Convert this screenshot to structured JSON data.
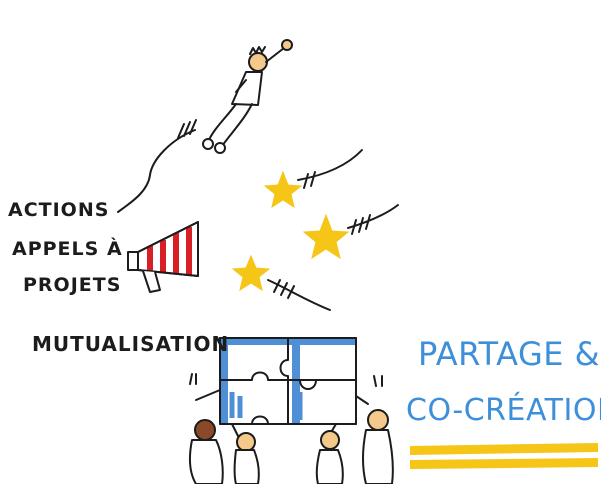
{
  "labels": {
    "actions": "ACTIONS",
    "appels": "APPELS À",
    "projets": "PROJETS",
    "mutualisation": "MUTUALISATION",
    "partage": "PARTAGE &",
    "cocreation": "CO-CRÉATION"
  },
  "colors": {
    "ink": "#1c1c1c",
    "blue": "#3d8fd9",
    "yellow": "#f5c518",
    "red": "#d81f26",
    "puzzle_blue": "#4f8fd6"
  },
  "icons": {
    "flying_person": "flying-person-icon",
    "megaphone": "megaphone-icon",
    "stars": "star-icon",
    "puzzle": "puzzle-icon",
    "people": "person-icon"
  }
}
